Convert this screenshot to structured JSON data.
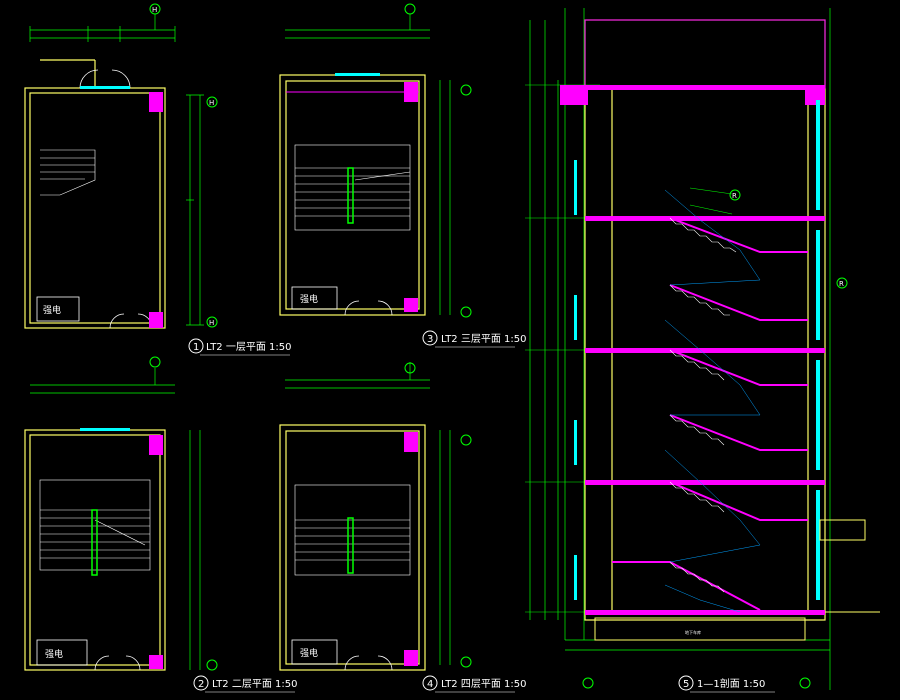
{
  "axis_labels": {
    "top": "H",
    "plan1_right_a": "H",
    "plan1_right_b": "H"
  },
  "room_label": "强电",
  "plans": [
    {
      "num": "1",
      "title": "LT2  一层平面 1:50"
    },
    {
      "num": "2",
      "title": "LT2  二层平面 1:50"
    },
    {
      "num": "3",
      "title": "LT2  三层平面 1:50"
    },
    {
      "num": "4",
      "title": "LT2  四层平面 1:50"
    }
  ],
  "section": {
    "num": "5",
    "title": "1—1剖面 1:50",
    "callout_a": "R",
    "callout_b": "R",
    "note_basement": "地下车库"
  },
  "colors": {
    "background": "#000000",
    "wall": "#ffff66",
    "dimension": "#00ff00",
    "glass": "#00ffff",
    "column": "#ff00ff",
    "stair_section": "#ff00ff",
    "text": "#ffffff"
  }
}
